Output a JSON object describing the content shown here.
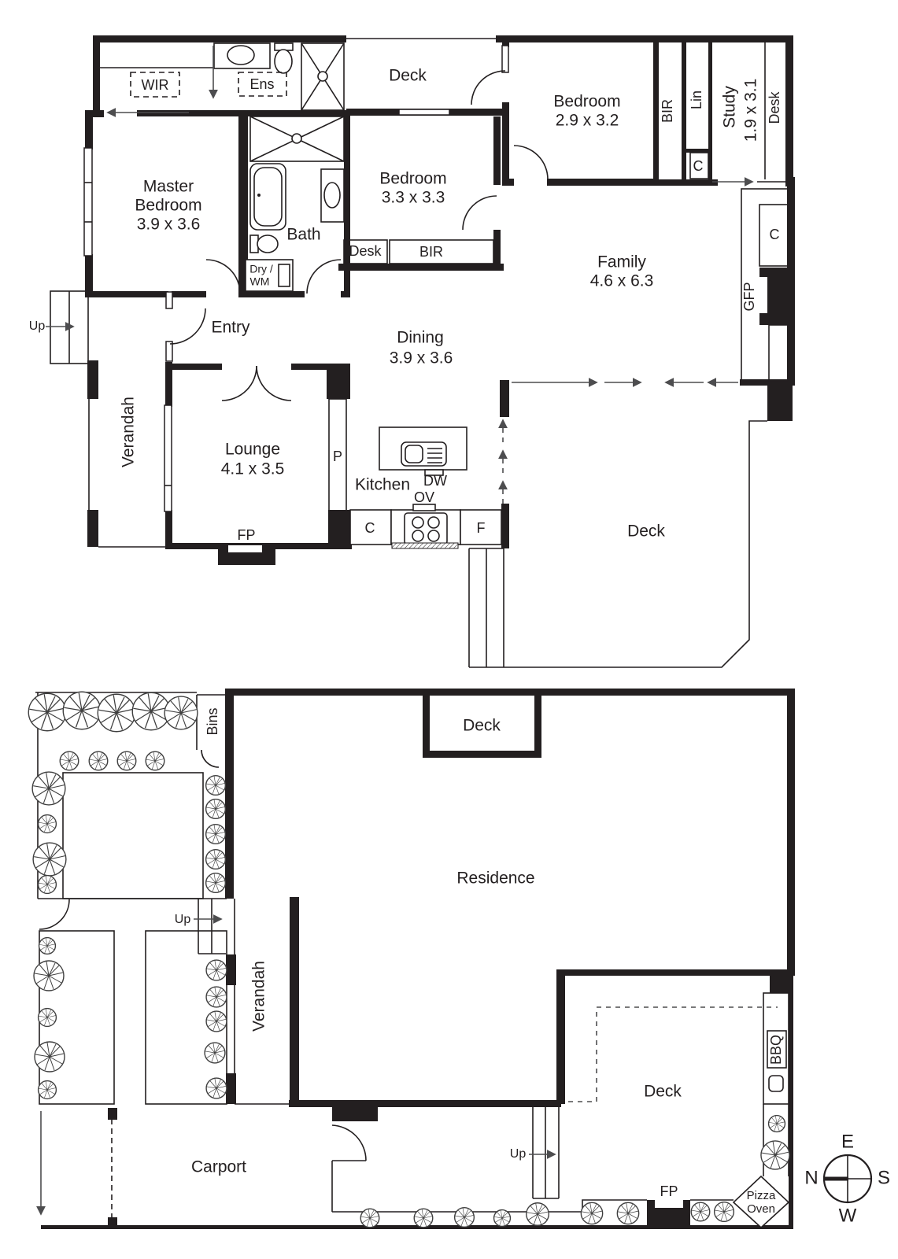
{
  "colors": {
    "wall": "#231f20",
    "arrow": "#4d4d4f",
    "background": "#ffffff"
  },
  "upper_plan": {
    "labels": {
      "wir": "WIR",
      "ens": "Ens",
      "deck_top": "Deck",
      "bedroom2_name": "Bedroom",
      "bedroom2_dims": "2.9 x 3.2",
      "bir_right": "BIR",
      "lin": "Lin",
      "c_lin": "C",
      "study_name": "Study",
      "study_dims": "1.9 x 3.1",
      "desk_right": "Desk",
      "master_name1": "Master",
      "master_name2": "Bedroom",
      "master_dims": "3.9 x 3.6",
      "bath": "Bath",
      "dry_wm_1": "Dry /",
      "dry_wm_2": "WM",
      "bedroom3_name": "Bedroom",
      "bedroom3_dims": "3.3 x 3.3",
      "desk_small": "Desk",
      "bir_mid": "BIR",
      "family_name": "Family",
      "family_dims": "4.6 x 6.3",
      "c_family": "C",
      "gfp": "GFP",
      "up": "Up",
      "entry": "Entry",
      "verandah": "Verandah",
      "dining_name": "Dining",
      "dining_dims": "3.9 x 3.6",
      "kitchen": "Kitchen",
      "dw": "DW",
      "ov": "OV",
      "lounge_name": "Lounge",
      "lounge_dims": "4.1 x 3.5",
      "p": "P",
      "fp": "FP",
      "c_kitchen": "C",
      "f": "F",
      "deck_lower": "Deck"
    }
  },
  "site_plan": {
    "labels": {
      "bins": "Bins",
      "deck_top": "Deck",
      "residence": "Residence",
      "up_front": "Up",
      "verandah": "Verandah",
      "carport": "Carport",
      "deck_rear": "Deck",
      "bbq": "BBQ",
      "up_rear": "Up",
      "fp": "FP",
      "pizza_oven_1": "Pizza",
      "pizza_oven_2": "Oven"
    }
  },
  "compass": {
    "top": "E",
    "left": "N",
    "right": "S",
    "bottom": "W"
  }
}
